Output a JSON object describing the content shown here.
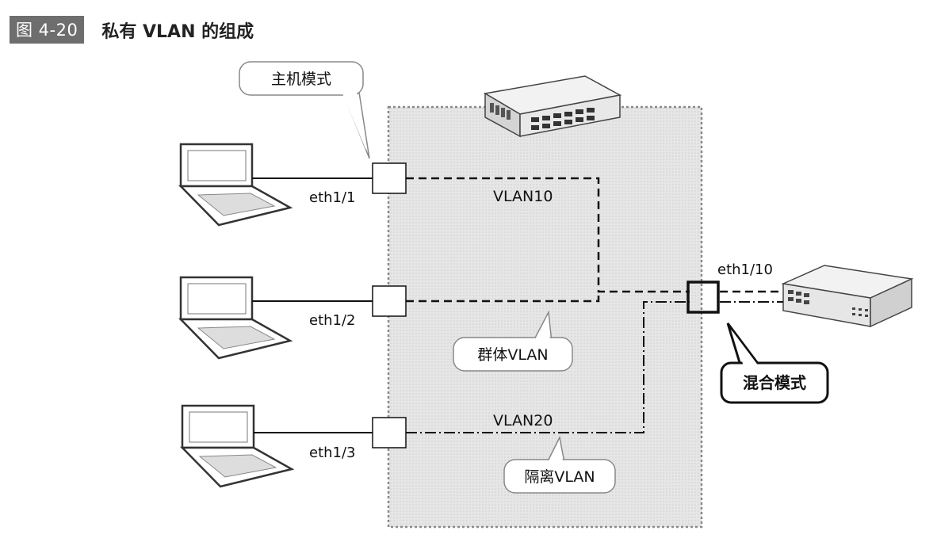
{
  "figure": {
    "number": "图 4-20",
    "title": "私有 VLAN 的组成"
  },
  "ports": {
    "eth1_1": "eth1/1",
    "eth1_2": "eth1/2",
    "eth1_3": "eth1/3",
    "eth1_10": "eth1/10"
  },
  "vlans": {
    "primary": "VLAN10",
    "isolated_id": "VLAN20"
  },
  "callouts": {
    "host_mode": "主机模式",
    "community_vlan": "群体VLAN",
    "isolated_vlan": "隔离VLAN",
    "promiscuous_mode": "混合模式"
  }
}
